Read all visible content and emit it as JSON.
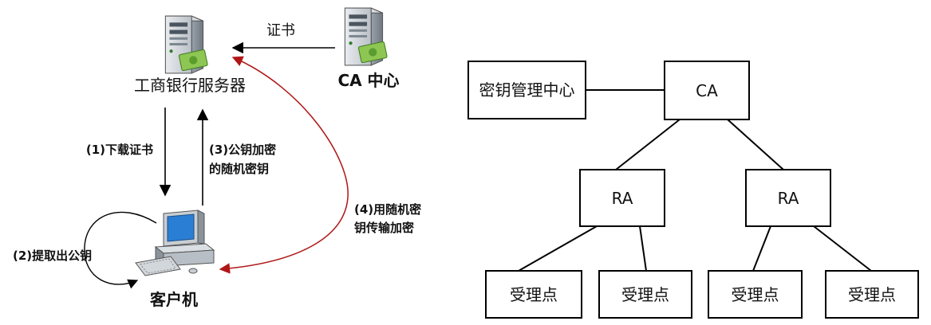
{
  "left_diagram": {
    "bank_server": {
      "label": "工商银行服务器",
      "icon": "server-icon"
    },
    "ca_center": {
      "label": "CA 中心",
      "icon": "server-icon"
    },
    "client": {
      "label": "客户机",
      "icon": "desktop-computer-icon"
    },
    "edges": {
      "certificate": "证书",
      "download_cert": "(1)下载证书",
      "extract_key": "(2)提取出公钥",
      "encrypted_key": [
        "(3)公钥加密",
        "的随机密钥"
      ],
      "session_encrypt": [
        "(4)用随机密",
        "钥传输加密"
      ]
    },
    "colors": {
      "black_arrow": "#000000",
      "red_arrow": "#b01616"
    }
  },
  "right_diagram": {
    "key_center": "密钥管理中心",
    "ca": "CA",
    "ra_left": "RA",
    "ra_right": "RA",
    "points": [
      "受理点",
      "受理点",
      "受理点",
      "受理点"
    ]
  }
}
